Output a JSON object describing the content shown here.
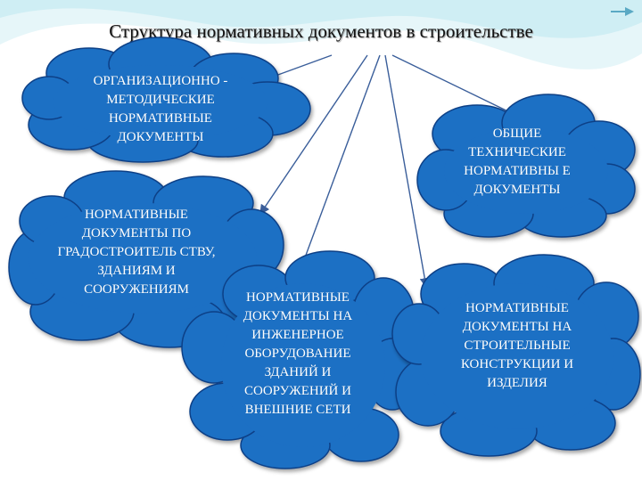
{
  "slide": {
    "title": "Структура нормативных документов в строительстве"
  },
  "clouds": [
    {
      "id": "org",
      "text": "ОРГАНИЗАЦИОННО - МЕТОДИЧЕСКИЕ НОРМАТИВНЫЕ ДОКУМЕНТЫ"
    },
    {
      "id": "general",
      "text": "ОБЩИЕ ТЕХНИЧЕСКИЕ НОРМАТИВНЫ Е ДОКУМЕНТЫ"
    },
    {
      "id": "urban",
      "text": "НОРМАТИВНЫЕ ДОКУМЕНТЫ ПО ГРАДОСТРОИТЕЛЬ СТВУ, ЗДАНИЯМ И СООРУЖЕНИЯМ"
    },
    {
      "id": "engineering",
      "text": "НОРМАТИВНЫЕ ДОКУМЕНТЫ НА ИНЖЕНЕРНОЕ ОБОРУДОВАНИЕ ЗДАНИЙ И СООРУЖЕНИЙ И ВНЕШНИЕ СЕТИ"
    },
    {
      "id": "structures",
      "text": "НОРМАТИВНЫЕ ДОКУМЕНТЫ НА СТРОИТЕЛЬНЫЕ КОНСТРУКЦИИ И ИЗДЕЛИЯ"
    }
  ],
  "colors": {
    "cloud_fill": "#1f6fc4",
    "cloud_stroke": "#0b3f86",
    "connector": "#3a5e9a",
    "wave": "#cfeef4"
  },
  "icons": {
    "nav": "arrow-icon"
  }
}
